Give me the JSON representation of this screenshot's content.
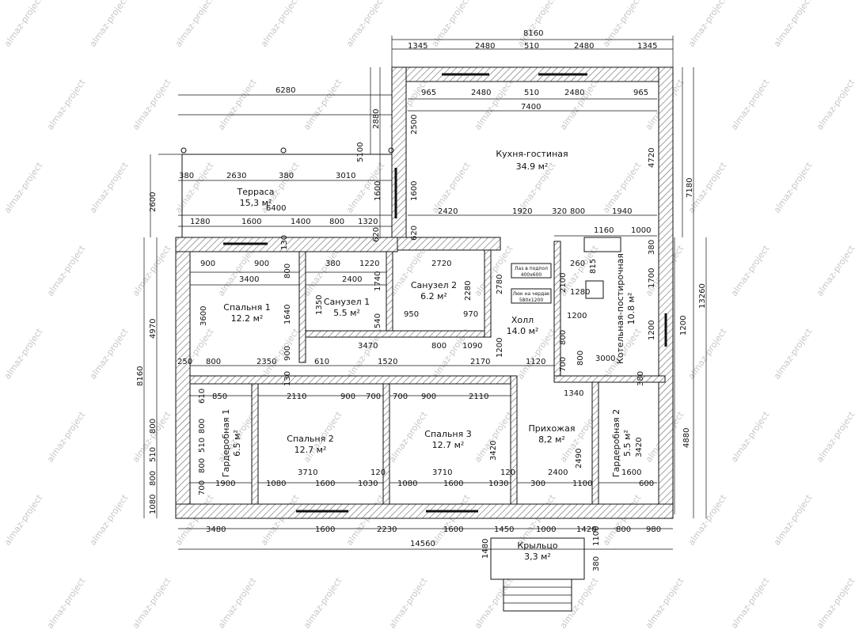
{
  "watermark": "almaz-project",
  "rooms": {
    "kitchen": {
      "name": "Кухня-гостиная",
      "area": "34.9 м²"
    },
    "terrace": {
      "name": "Терраса",
      "area": "15,3 м²"
    },
    "bedroom1": {
      "name": "Спальня 1",
      "area": "12.2 м²"
    },
    "bath1": {
      "name": "Санузел 1",
      "area": "5.5 м²"
    },
    "bath2": {
      "name": "Санузел 2",
      "area": "6.2 м²"
    },
    "hall": {
      "name": "Холл",
      "area": "14.0 м²"
    },
    "boiler": {
      "name": "Котельная-постирочная",
      "area": "10.8 м²"
    },
    "wardrobe1": {
      "name": "Гардеробная 1",
      "area": "6.5 м²"
    },
    "bedroom2": {
      "name": "Спальня 2",
      "area": "12.7 м²"
    },
    "bedroom3": {
      "name": "Спальня 3",
      "area": "12.7 м²"
    },
    "entry": {
      "name": "Прихожая",
      "area": "8,2 м²"
    },
    "wardrobe2": {
      "name": "Гардеробная 2",
      "area": "5.5 м²"
    },
    "porch": {
      "name": "Крыльцо",
      "area": "3,3 м²"
    }
  },
  "notes": {
    "hatch_floor": "Лаз в подпол",
    "hatch_floor_size": "400x600",
    "hatch_attic": "Люк на чердак",
    "hatch_attic_size": "580x1200"
  },
  "dims": {
    "top_total": "8160",
    "top_segments": [
      "1345",
      "2480",
      "510",
      "2480",
      "1345"
    ],
    "kitchen_segments": [
      "965",
      "2480",
      "510",
      "2480",
      "965"
    ],
    "kitchen_width": "7400",
    "left_6280": "6280",
    "v2880": "2880",
    "v5100": "5100",
    "v2500": "2500",
    "v4720": "4720",
    "v7180": "7180",
    "v13260": "13260",
    "terrace_segments": [
      "380",
      "2630",
      "380",
      "3010"
    ],
    "terrace_width": "6400",
    "v2600": "2600",
    "v1600a": "1600",
    "v1600b": "1600",
    "row_2420": "2420",
    "row_1920": "1920",
    "row_320": "320",
    "row_800": "800",
    "row_1940": "1940",
    "row_1160": "1160",
    "row_1000": "1000",
    "mid_segments": [
      "1280",
      "1600",
      "1400",
      "800",
      "1320"
    ],
    "v620a": "620",
    "v620b": "620",
    "v130a": "130",
    "v380a": "380",
    "b1_900a": "900",
    "b1_900b": "900",
    "b1_380": "380",
    "b1_1220": "1220",
    "b2_2720": "2720",
    "v260": "260",
    "v815": "815",
    "b1_3400": "3400",
    "b1_2400": "2400",
    "v800a": "800",
    "v1740": "1740",
    "v2280": "2280",
    "v2780": "2780",
    "v2100": "2100",
    "v1280": "1280",
    "v1700": "1700",
    "v3600": "3600",
    "v1350": "1350",
    "v1640": "1640",
    "v540": "540",
    "h950": "950",
    "h970": "970",
    "v1200a": "1200",
    "v1200b": "1200",
    "v1200c": "1200",
    "v1200d": "1200",
    "v4970": "4970",
    "h3470": "3470",
    "h800c": "800",
    "h1090": "1090",
    "v800d": "800",
    "h3000": "3000",
    "v900": "900",
    "v8160": "8160",
    "h250": "250",
    "h800e": "800",
    "h2350": "2350",
    "h610": "610",
    "h1520": "1520",
    "h2170": "2170",
    "h1120": "1120",
    "v700a": "700",
    "v800f": "800",
    "v130b": "130",
    "v380b": "380",
    "h1340": "1340",
    "h850": "850",
    "h2110a": "2110",
    "h900b": "900",
    "h700a": "700",
    "h700b": "700",
    "h900c": "900",
    "h2110b": "2110",
    "v610": "610",
    "v800g": "800",
    "v510": "510",
    "v800h": "800",
    "v1080": "1080",
    "v800i": "800",
    "v510b": "510",
    "v800j": "800",
    "v3420a": "3420",
    "v2490": "2490",
    "v3420b": "3420",
    "v4880": "4880",
    "v700b": "700",
    "h1900": "1900",
    "h3710a": "3710",
    "h3710b": "3710",
    "h1080a": "1080",
    "h1600a": "1600",
    "h1030a": "1030",
    "h120a": "120",
    "h1080b": "1080",
    "h1600b": "1600",
    "h1030b": "1030",
    "h120b": "120",
    "h300": "300",
    "h2400": "2400",
    "h1100": "1100",
    "h1600c": "1600",
    "h600": "600",
    "bottom_segments": [
      "3480",
      "1600",
      "2230",
      "1600",
      "1450",
      "1000",
      "1420",
      "800",
      "980"
    ],
    "bottom_total": "14560",
    "v1480": "1480",
    "v1100": "1100",
    "v380c": "380"
  }
}
